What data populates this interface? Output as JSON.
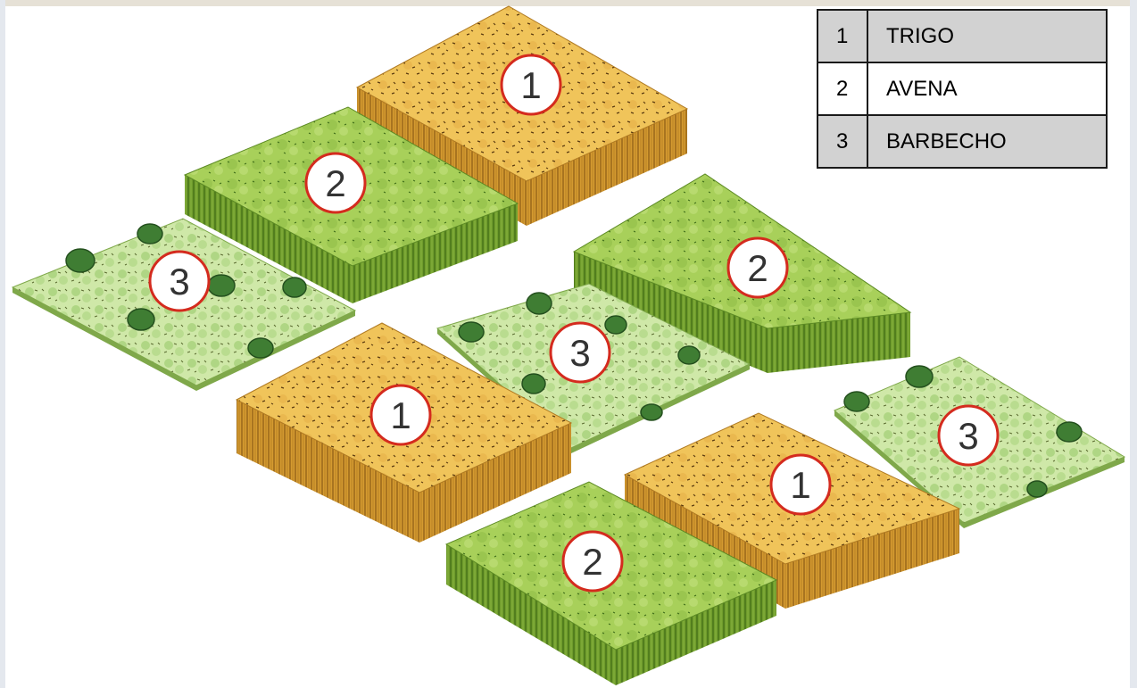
{
  "legend": {
    "rows": [
      {
        "num": "1",
        "name": "TRIGO"
      },
      {
        "num": "2",
        "name": "AVENA"
      },
      {
        "num": "3",
        "name": "BARBECHO"
      }
    ]
  },
  "fields": [
    {
      "label": "1",
      "crop": "trigo"
    },
    {
      "label": "2",
      "crop": "avena"
    },
    {
      "label": "3",
      "crop": "barbecho"
    },
    {
      "label": "2",
      "crop": "avena"
    },
    {
      "label": "3",
      "crop": "barbecho"
    },
    {
      "label": "1",
      "crop": "trigo"
    },
    {
      "label": "3",
      "crop": "barbecho"
    },
    {
      "label": "1",
      "crop": "trigo"
    },
    {
      "label": "2",
      "crop": "avena"
    }
  ],
  "colors": {
    "trigo_top": "#f0c45a",
    "trigo_side": "#d49a30",
    "avena_top": "#a8d05a",
    "avena_side": "#6f9c2c",
    "barbecho_top": "#cfe8a8",
    "barbecho_side": "#7fa84a",
    "bush": "#3f7d33",
    "label_ring": "#d42b1e"
  }
}
